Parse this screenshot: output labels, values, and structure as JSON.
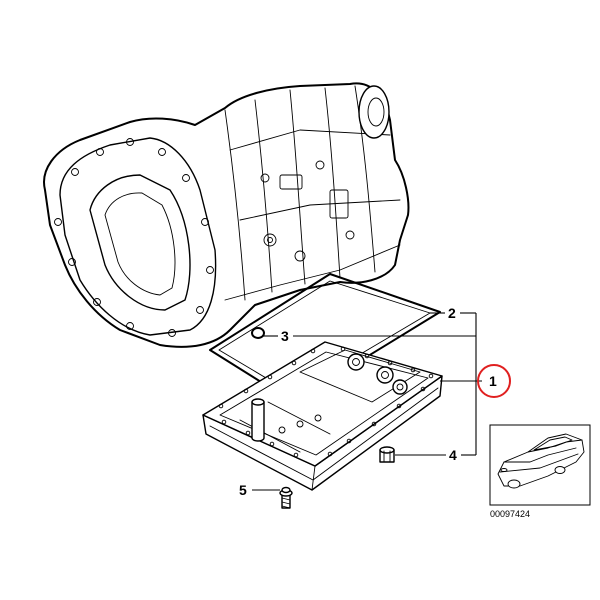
{
  "callouts": [
    {
      "label": "1"
    },
    {
      "label": "2"
    },
    {
      "label": "3"
    },
    {
      "label": "4"
    },
    {
      "label": "5"
    }
  ],
  "highlighted_callout": "1",
  "reference_number": "00097424",
  "colors": {
    "highlight": "#e02020",
    "line": "#000000",
    "background": "#ffffff"
  },
  "icons": {
    "thumbnail": "car-thumbnail-icon"
  }
}
